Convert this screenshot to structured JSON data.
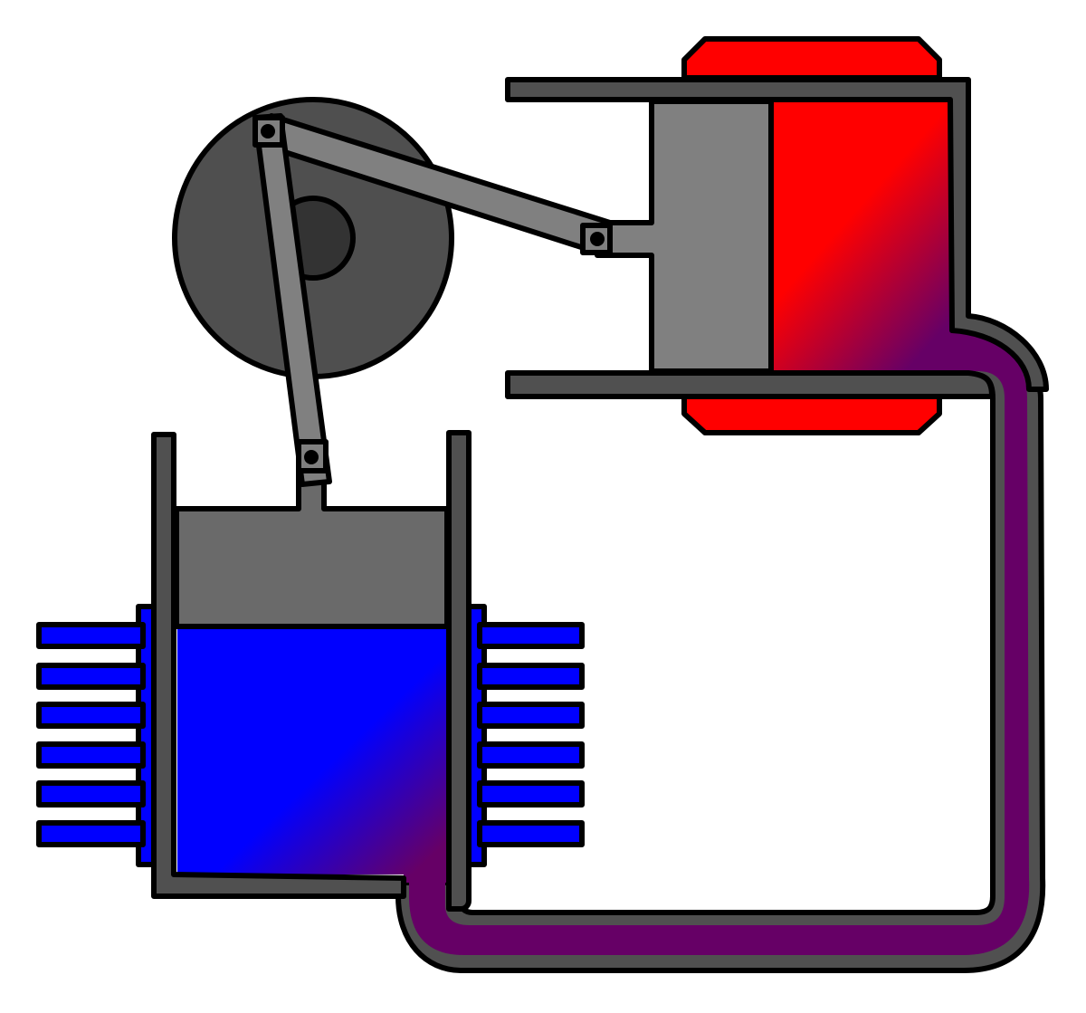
{
  "diagram": {
    "colors": {
      "hot": "#ff0000",
      "cold": "#0000ff",
      "gas_mid": "#660066",
      "wall": "#505050",
      "cylinder_dark": "#4f4f4f",
      "piston": "#808080",
      "piston_cold": "#6a6a6a",
      "rod": "#808080",
      "hub": "#333333",
      "outline": "#000000",
      "background": "#ffffff"
    },
    "components": [
      "flywheel",
      "crank-hub",
      "hot-cylinder",
      "hot-heater",
      "hot-piston",
      "cold-cylinder",
      "cold-cooling-fins",
      "cold-piston",
      "connecting-rods",
      "transfer-pipe"
    ],
    "cooling_fin_count": 6
  }
}
